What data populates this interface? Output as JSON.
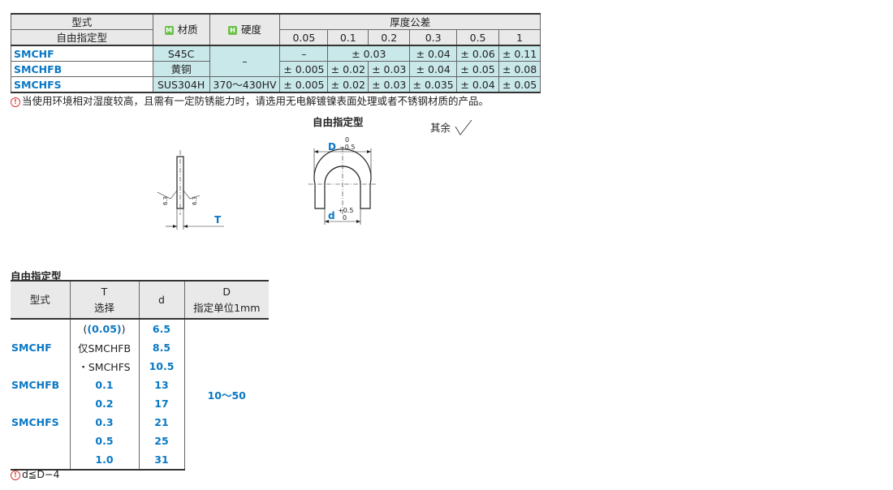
{
  "spec_table": {
    "h_model": "型式",
    "h_model_sub": "自由指定型",
    "h_material_icon": "M",
    "h_material": "材质",
    "h_hardness_icon": "H",
    "h_hardness": "硬度",
    "h_tolerance": "厚度公差",
    "thickness": [
      "0.05",
      "0.1",
      "0.2",
      "0.3",
      "0.5",
      "1"
    ],
    "rows": [
      {
        "model": "SMCHF",
        "material": "S45C",
        "hardness": "–",
        "t005": "–",
        "t01_02": "± 0.03",
        "t03": "± 0.04",
        "t05": "± 0.06",
        "t1": "± 0.11"
      },
      {
        "model": "SMCHFB",
        "material": "黄铜",
        "t005": "± 0.005",
        "t01": "± 0.02",
        "t02": "± 0.03",
        "t03": "± 0.04",
        "t05": "± 0.05",
        "t1": "± 0.08"
      },
      {
        "model": "SMCHFS",
        "material": "SUS304H",
        "hardness": "370～430HV",
        "t005": "± 0.005",
        "t01": "± 0.02",
        "t02": "± 0.03",
        "t03": "± 0.035",
        "t05": "± 0.04",
        "t1": "± 0.05"
      }
    ]
  },
  "note1": "当使用环境相对湿度较高，且需有一定防锈能力时，请选用无电解镀镍表面处理或者不锈钢材质的产品。",
  "drawing": {
    "title": "自由指定型",
    "rest": "其余",
    "rough1": "6.3",
    "rough2": "6.3",
    "T": "T",
    "D": "D",
    "D_tol_up": "0",
    "D_tol_low": "−0.5",
    "d": "d",
    "d_tol_up": "+0.5",
    "d_tol_low": "0"
  },
  "select_table": {
    "title": "自由指定型",
    "h_model": "型式",
    "h_T": "T",
    "h_T_sub": "选择",
    "h_d": "d",
    "h_D": "D",
    "h_D_sub": "指定单位1mm",
    "models": [
      "SMCHF",
      "SMCHFB",
      "SMCHFS"
    ],
    "T_values": [
      "(0.05)",
      "仅SMCHFB",
      "・SMCHFS",
      "0.1",
      "0.2",
      "0.3",
      "0.5",
      "1.0"
    ],
    "d_values": [
      "6.5",
      "8.5",
      "10.5",
      "13",
      "17",
      "21",
      "25",
      "31"
    ],
    "D_range": "10～50"
  },
  "note2": "d≦D−4"
}
